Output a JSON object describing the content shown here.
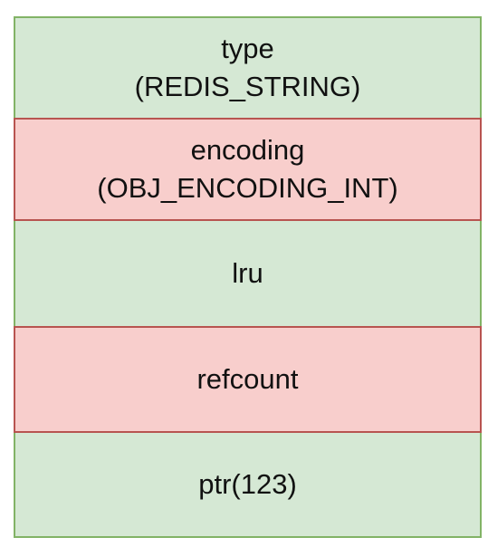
{
  "colors": {
    "green_fill": "#d5e8d4",
    "green_border": "#82b366",
    "red_fill": "#f8cecc",
    "red_border": "#b85450"
  },
  "fields": [
    {
      "lines": [
        "type",
        "(REDIS_STRING)"
      ],
      "color": "green"
    },
    {
      "lines": [
        "encoding",
        "(OBJ_ENCODING_INT)"
      ],
      "color": "red"
    },
    {
      "lines": [
        "lru"
      ],
      "color": "green"
    },
    {
      "lines": [
        "refcount"
      ],
      "color": "red"
    },
    {
      "lines": [
        "ptr(123)"
      ],
      "color": "green"
    }
  ]
}
